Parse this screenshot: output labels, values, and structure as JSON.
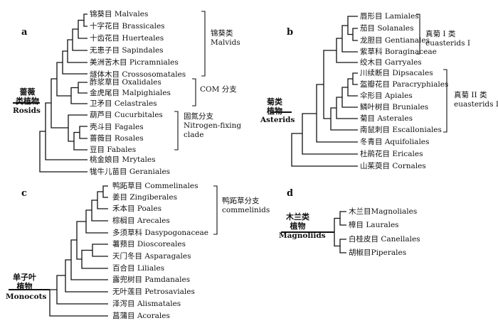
{
  "panels": {
    "a": {
      "letter": "a",
      "root_cn_1": "蔷薇",
      "root_cn_2": "类植物",
      "root_en": "Rosids",
      "taxa": [
        "锦葵目 Malvales",
        "十字花目 Brassicales",
        "十齿花目 Huerteales",
        "无患子目 Sapindales",
        "美洲苦木目 Picramniales",
        "燧体木目 Crossosomatales",
        "酢浆草目 Oxalidales",
        "金虎尾目 Malpighiales",
        "卫矛目 Celastrales",
        "葫芦目 Cucurbitales",
        "壳斗目 Fagales",
        "蔷薇目 Rosales",
        "豆目 Fabales",
        "桃金娘目 Mrytales",
        "牻牛儿苗目 Geraniales"
      ],
      "groups": [
        {
          "line1": "锦葵类",
          "line2": "Malvids"
        },
        {
          "line1": "COM 分支",
          "line2": ""
        },
        {
          "line1": "固氮分支",
          "line2": "Nitrogen-fixing",
          "line3": "clade"
        }
      ]
    },
    "b": {
      "letter": "b",
      "root_cn_1": "菊类",
      "root_cn_2": "植物",
      "root_en": "Asterids",
      "taxa": [
        "唇形目 Lamiales",
        "茄目 Solanales",
        "龙胆目 Gentianales",
        "紫草科 Boraginaceae",
        "绞木目 Garryales",
        "川续断目 Dipsacales",
        "盔瓣花目 Paracryphiales",
        "伞形目 Apiales",
        "鳞叶树目 Bruniales",
        "菊目 Asterales",
        "南鼠刺目 Escalloniales",
        "冬青目 Aquifoliales",
        "杜鹃花目 Ericales",
        "山茱萸目 Cornales"
      ],
      "groups": [
        {
          "line1": "真菊 I 类",
          "line2": "euasterids I"
        },
        {
          "line1": "真菊 II 类",
          "line2": "euasterids II"
        }
      ]
    },
    "c": {
      "letter": "c",
      "root_cn_1": "单子叶",
      "root_cn_2": "植物",
      "root_en": "Monocots",
      "taxa": [
        "鸭跖草目 Commelinales",
        "姜目 Zingiberales",
        "禾本目 Poales",
        "棕榈目 Arecales",
        "多须草科 Dasypogonaceae",
        "薯蓣目 Dioscoreales",
        "天门冬目 Asparagales",
        "百合目 Liliales",
        "露兜树目 Pamdanales",
        "无叶莲目 Petrosaviales",
        "泽泻目 Alismatales",
        "菖蒲目 Acorales"
      ],
      "groups": [
        {
          "line1": "鸭跖草分支",
          "line2": "commelinids"
        }
      ]
    },
    "d": {
      "letter": "d",
      "root_cn_1": "木兰类",
      "root_cn_2": "植物",
      "root_en": "Magnoliids",
      "taxa": [
        "木兰目Magnoliales",
        "樟目 Laurales",
        "白桂皮目 Canellales",
        "胡椒目Piperales"
      ]
    }
  },
  "colors": {
    "line": "#111111",
    "text": "#111111",
    "background": "#ffffff"
  }
}
